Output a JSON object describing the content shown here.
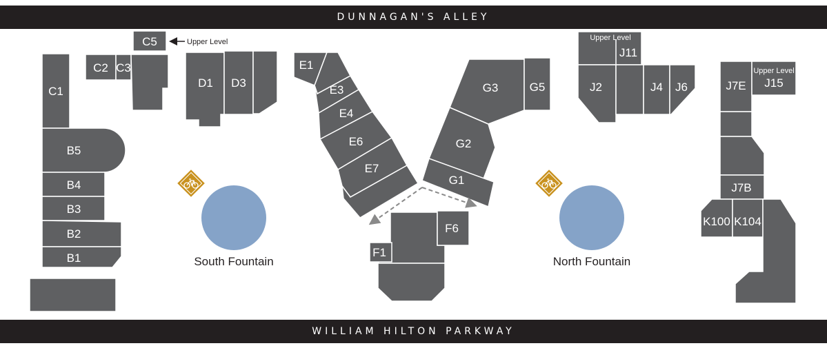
{
  "streets": {
    "top": "DUNNAGAN'S ALLEY",
    "bottom": "WILLIAM HILTON PARKWAY"
  },
  "units": {
    "C1": "C1",
    "C2": "C2",
    "C3": "C3",
    "C5": "C5",
    "B1": "B1",
    "B2": "B2",
    "B3": "B3",
    "B4": "B4",
    "B5": "B5",
    "D1": "D1",
    "D3": "D3",
    "E1": "E1",
    "E3": "E3",
    "E4": "E4",
    "E6": "E6",
    "E7": "E7",
    "F1": "F1",
    "F6": "F6",
    "G1": "G1",
    "G2": "G2",
    "G3": "G3",
    "G5": "G5",
    "J2": "J2",
    "J4": "J4",
    "J6": "J6",
    "J11": "J11",
    "J7E": "J7E",
    "J15": "J15",
    "J7B": "J7B",
    "K100": "K100",
    "K104": "K104"
  },
  "upper_level_labels": {
    "c5": "Upper Level",
    "j11": "Upper Level",
    "j15": "Upper Level"
  },
  "fountains": {
    "south": "South Fountain",
    "north": "North Fountain"
  },
  "icons": {
    "bike": "bicycle-sign-icon"
  },
  "colors": {
    "building": "#5f6062",
    "fountain": "#85a3c8",
    "bike_sign": "#c9921f",
    "bar": "#231f20"
  }
}
